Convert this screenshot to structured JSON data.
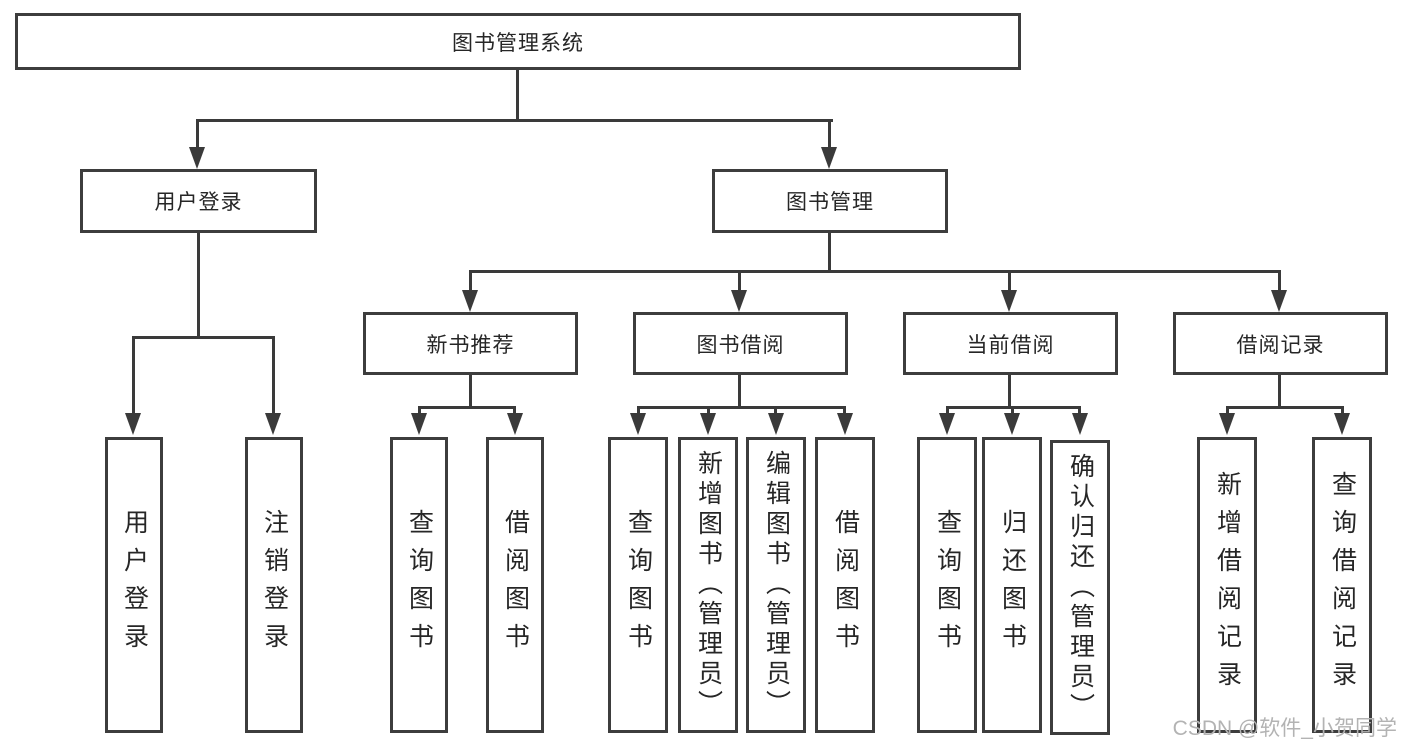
{
  "diagram_title": "图书管理系统",
  "nodes": {
    "root": "图书管理系统",
    "level2": {
      "user_login": "用户登录",
      "book_mgmt": "图书管理"
    },
    "level3": {
      "new_books": "新书推荐",
      "book_borrow": "图书借阅",
      "current_borrow": "当前借阅",
      "borrow_records": "借阅记录"
    },
    "leaves": {
      "user_login": [
        "用户登录",
        "注销登录"
      ],
      "new_books": [
        "查询图书",
        "借阅图书"
      ],
      "book_borrow": [
        "查询图书",
        "新增图书（管理员）",
        "编辑图书（管理员）",
        "借阅图书"
      ],
      "current_borrow": [
        "查询图书",
        "归还图书",
        "确认归还（管理员）"
      ],
      "borrow_records": [
        "新增借阅记录",
        "查询借阅记录"
      ]
    }
  },
  "watermark": {
    "text": "CSDN @软件_小贺同学",
    "color": "#b3b3b3"
  },
  "colors": {
    "line": "#3a3a3a",
    "border": "#3d3d3d",
    "text": "#262626",
    "background": "#ffffff"
  }
}
